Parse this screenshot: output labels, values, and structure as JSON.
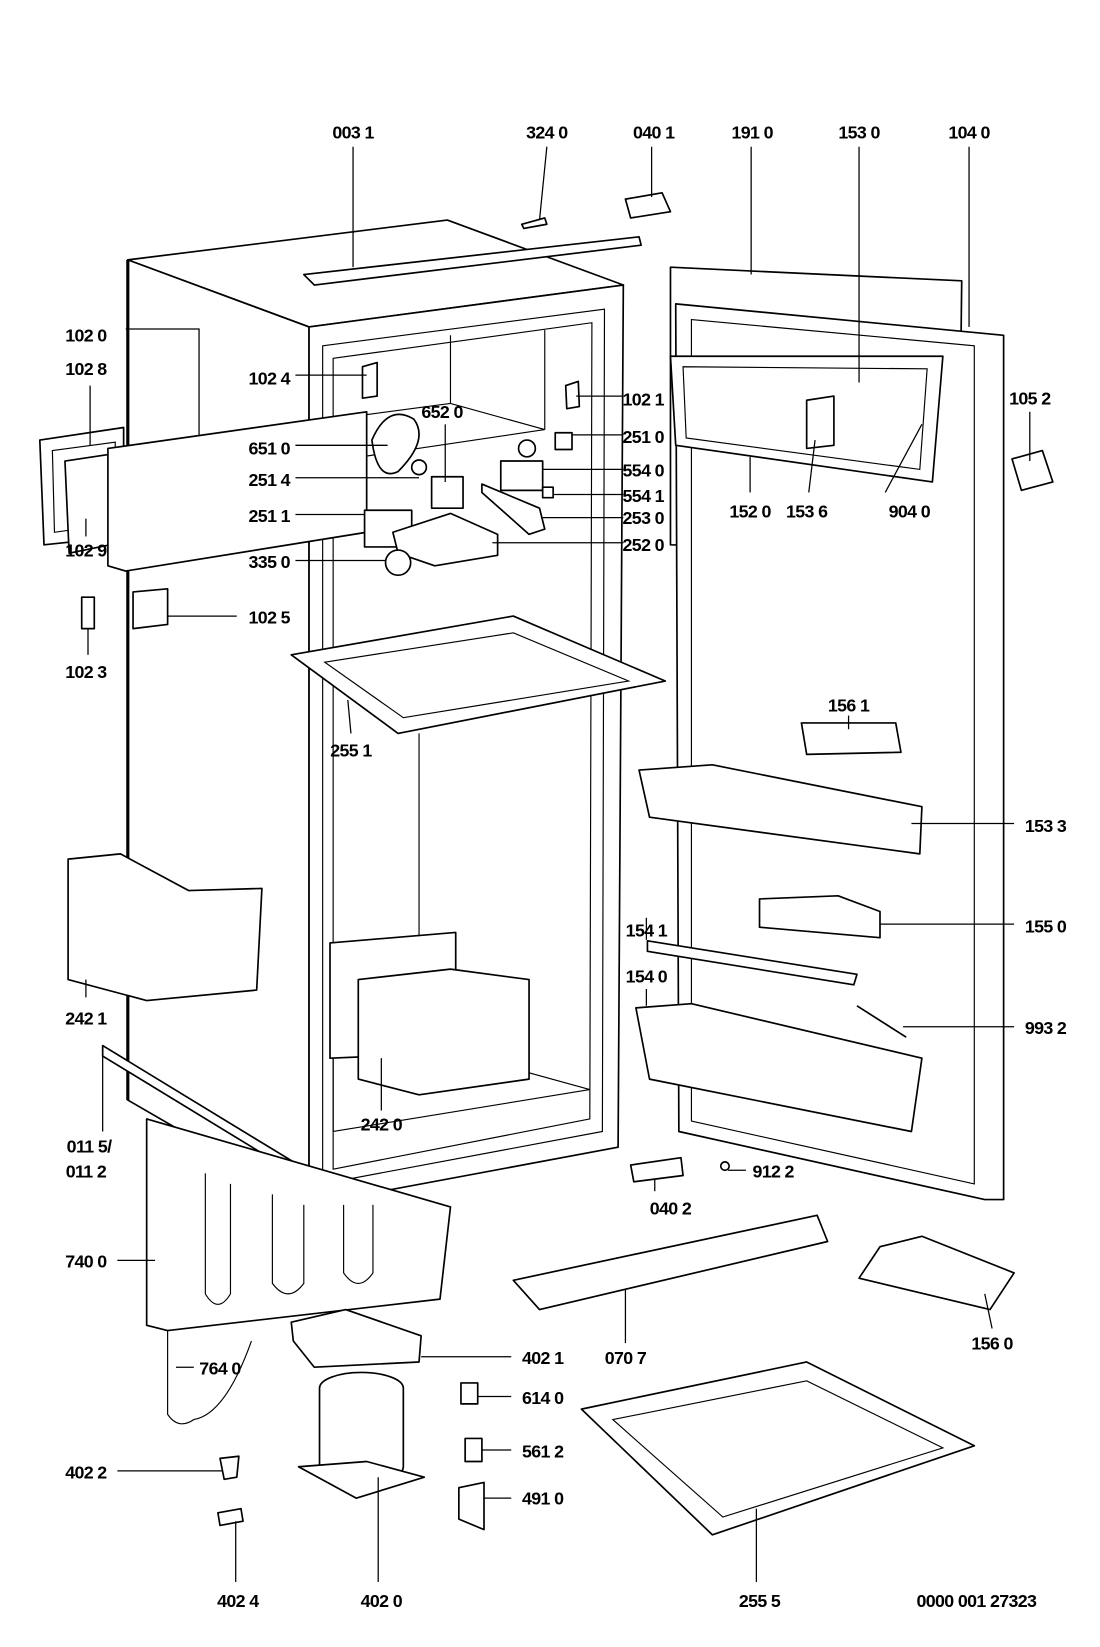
{
  "labels": {
    "p0031": "003 1",
    "p3240": "324 0",
    "p0401": "040 1",
    "p1910": "191 0",
    "p1530": "153 0",
    "p1040": "104 0",
    "p1020": "102 0",
    "p1028": "102 8",
    "p1024": "102 4",
    "p1021": "102 1",
    "p6520": "652 0",
    "p1052": "105 2",
    "p6510": "651 0",
    "p2510": "251 0",
    "p5540": "554 0",
    "p2514": "251 4",
    "p5541": "554 1",
    "p2511": "251 1",
    "p2530": "253 0",
    "p1520": "152 0",
    "p1536": "153 6",
    "p9040": "904 0",
    "p1029": "102 9",
    "p2520": "252 0",
    "p3350": "335 0",
    "p1025": "102 5",
    "p1023": "102 3",
    "p2551": "255 1",
    "p1561": "156 1",
    "p1533": "153 3",
    "p1550": "155 0",
    "p1541": "154 1",
    "p1540": "154 0",
    "p2421": "242 1",
    "p9932": "993 2",
    "p0115": "011 5/",
    "p0112": "011 2",
    "p2420": "242 0",
    "p9122": "912 2",
    "p0402": "040 2",
    "p7400": "740 0",
    "p0707": "070 7",
    "p1560": "156 0",
    "p4021": "402 1",
    "p7640": "764 0",
    "p6140": "614 0",
    "p5612": "561 2",
    "p4022": "402 2",
    "p4910": "491 0",
    "p4024": "402 4",
    "p4020": "402 0",
    "p2555": "255 5"
  },
  "drawing_number": "0000 001 27323"
}
